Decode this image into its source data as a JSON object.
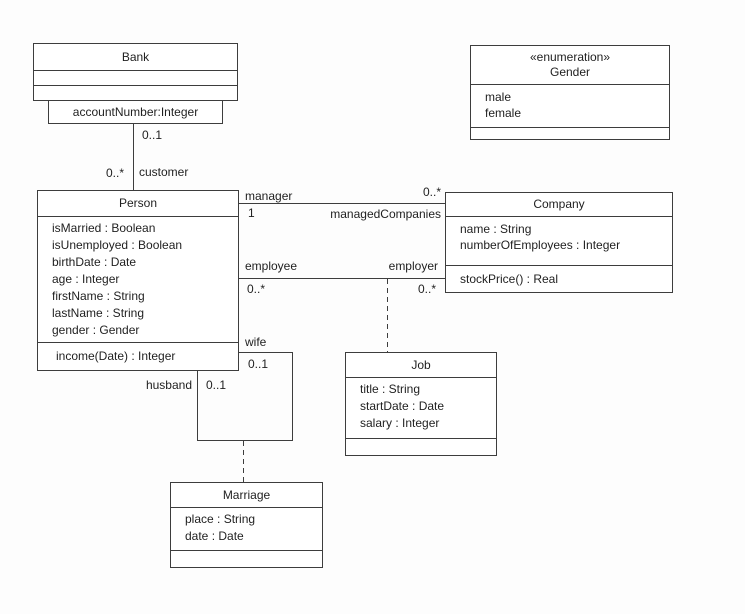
{
  "colors": {
    "line": "#3d3d3d",
    "text": "#1f1f1f",
    "background": "#fdfdfd",
    "class_fill": "#ffffff"
  },
  "classes": {
    "bank": {
      "name": "Bank",
      "qualifier": "accountNumber:Integer"
    },
    "gender": {
      "stereotype": "«enumeration»",
      "name": "Gender",
      "literals": [
        "male",
        "female"
      ]
    },
    "person": {
      "name": "Person",
      "attributes": [
        "isMarried : Boolean",
        "isUnemployed : Boolean",
        "birthDate : Date",
        "age : Integer",
        "firstName : String",
        "lastName : String",
        "gender : Gender"
      ],
      "operations": [
        "income(Date) : Integer"
      ]
    },
    "company": {
      "name": "Company",
      "attributes": [
        "name : String",
        "numberOfEmployees : Integer"
      ],
      "operations": [
        "stockPrice() : Real"
      ]
    },
    "job": {
      "name": "Job",
      "attributes": [
        "title : String",
        "startDate : Date",
        "salary : Integer"
      ]
    },
    "marriage": {
      "name": "Marriage",
      "attributes": [
        "place : String",
        "date : Date"
      ]
    }
  },
  "associations": {
    "bank_customer": {
      "bank_multiplicity": "0..1",
      "customer_multiplicity": "0..*",
      "customer_role": "customer"
    },
    "management": {
      "manager_role": "manager",
      "manager_multiplicity": "1",
      "companies_role": "managedCompanies",
      "companies_multiplicity": "0..*"
    },
    "employment": {
      "employee_role": "employee",
      "employee_multiplicity": "0..*",
      "employer_role": "employer",
      "employer_multiplicity": "0..*"
    },
    "marriage": {
      "wife_role": "wife",
      "wife_multiplicity": "0..1",
      "husband_role": "husband",
      "husband_multiplicity": "0..1"
    }
  }
}
